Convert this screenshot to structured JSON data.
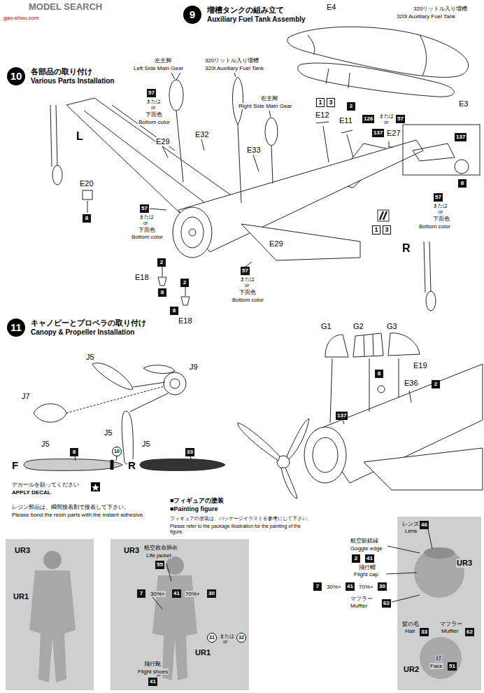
{
  "diagram": {
    "nodes": [
      {
        "text": [
          "9",
          "増槽タンクの組み立て",
          "Auxiliary Fuel Tank Assembly"
        ]
      },
      {
        "text": [
          "10",
          "各部品の取り付け",
          "Various Parts Installation"
        ]
      },
      {
        "text": [
          "57"
        ]
      },
      {
        "text": [
          "8"
        ]
      },
      {
        "text": [
          "57"
        ]
      },
      {
        "text": [
          "1"
        ]
      },
      {
        "text": [
          "3"
        ]
      },
      {
        "text": [
          "2"
        ]
      },
      {
        "text": [
          "126"
        ]
      },
      {
        "text": [
          "57"
        ]
      },
      {
        "text": [
          "137"
        ]
      },
      {
        "text": [
          "137"
        ]
      },
      {
        "text": [
          "8"
        ]
      },
      {
        "text": [
          "57"
        ]
      },
      {
        "text": [
          "2"
        ]
      },
      {
        "text": [
          "8"
        ]
      },
      {
        "text": [
          "2"
        ]
      },
      {
        "text": [
          "8"
        ]
      },
      {
        "text": [
          "57"
        ]
      },
      {
        "text": [
          "1"
        ]
      },
      {
        "text": [
          "3"
        ]
      },
      {
        "text": [
          "11",
          "キャノピーとプロペラの取り付け",
          "Canopy & Propeller Installation"
        ]
      },
      {
        "text": [
          "8"
        ]
      },
      {
        "text": [
          "2"
        ]
      },
      {
        "text": [
          "137"
        ]
      },
      {
        "text": [
          "8"
        ]
      },
      {
        "text": [
          "10"
        ]
      },
      {
        "text": [
          "33"
        ]
      },
      {
        "text": [
          "55"
        ]
      },
      {
        "text": [
          "7"
        ]
      },
      {
        "text": [
          "41"
        ]
      },
      {
        "text": [
          "30"
        ]
      },
      {
        "text": [
          "41"
        ]
      },
      {
        "text": [
          "31"
        ]
      },
      {
        "text": [
          "32"
        ]
      },
      {
        "text": [
          "46"
        ]
      },
      {
        "text": [
          "2"
        ]
      },
      {
        "text": [
          "41"
        ]
      },
      {
        "text": [
          "7"
        ]
      },
      {
        "text": [
          "41"
        ]
      },
      {
        "text": [
          "30"
        ]
      },
      {
        "text": [
          "62"
        ]
      },
      {
        "text": [
          "33"
        ]
      },
      {
        "text": [
          "62"
        ]
      },
      {
        "text": [
          "51"
        ]
      }
    ],
    "labels": [
      "MODEL SEARCH",
      "gao-shou.com",
      "E4",
      "320リットル入り増槽",
      "320l Auxiliary Fuel Tank",
      "E3",
      "L",
      "E20",
      "または",
      "or",
      "下面色",
      "Bottom color",
      "左主脚",
      "Left Side Main Gear",
      "E29",
      "E32",
      "320リットル入り増槽",
      "320l Auxiliary Fuel Tank",
      "右主脚",
      "Right Side Main Gear",
      "E33",
      "E12",
      "E11",
      "または",
      "or",
      "E27",
      "または",
      "or",
      "下面色",
      "Bottom color",
      "R",
      "E29",
      "または",
      "or",
      "下面色",
      "Bottom color",
      "E18",
      "E18",
      "または",
      "or",
      "下面色",
      "Bottom color",
      "J5",
      "J9",
      "J7",
      "J5",
      "G1",
      "G2",
      "G3",
      "E19",
      "E36",
      "F",
      "J5",
      "R",
      "J5",
      "デカールを貼ってください",
      "APPLY DECAL",
      "レジン部品は、瞬間接着剤で接着して下さい。",
      "Please bond the resin parts with the instant adhesive.",
      "■フィギュアの塗装",
      "■Painting figure",
      "フィギュアの塗装は、パッケージイラストを参考にして下さい。",
      "Please refer to the package illustration for the painting of the figure.",
      "UR3",
      "UR1",
      "航空救命胴衣",
      "Life jacket",
      "UR3",
      "30%+",
      "70%+",
      "飛行靴",
      "Flight shoes",
      "UR1",
      "または",
      "or",
      "レンズ",
      "Lens",
      "航空眼鏡縁",
      "Goggle edge",
      "UR3",
      "飛行帽",
      "Flight cap",
      "30%+",
      "70%+",
      "マフラー",
      "Muffler",
      "髪の毛",
      "Hair",
      "マフラー",
      "Muffler",
      "顔",
      "Face",
      "UR2"
    ]
  }
}
